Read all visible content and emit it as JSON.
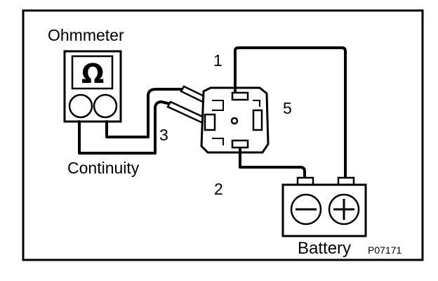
{
  "labels": {
    "ohmmeter": "Ohmmeter",
    "continuity": "Continuity",
    "battery": "Battery",
    "figure_code": "P07171",
    "terminal_1": "1",
    "terminal_2": "2",
    "terminal_3": "3",
    "terminal_5": "5",
    "ohm_symbol": "Ω"
  },
  "colors": {
    "ink": "#000000",
    "paper": "#ffffff"
  }
}
